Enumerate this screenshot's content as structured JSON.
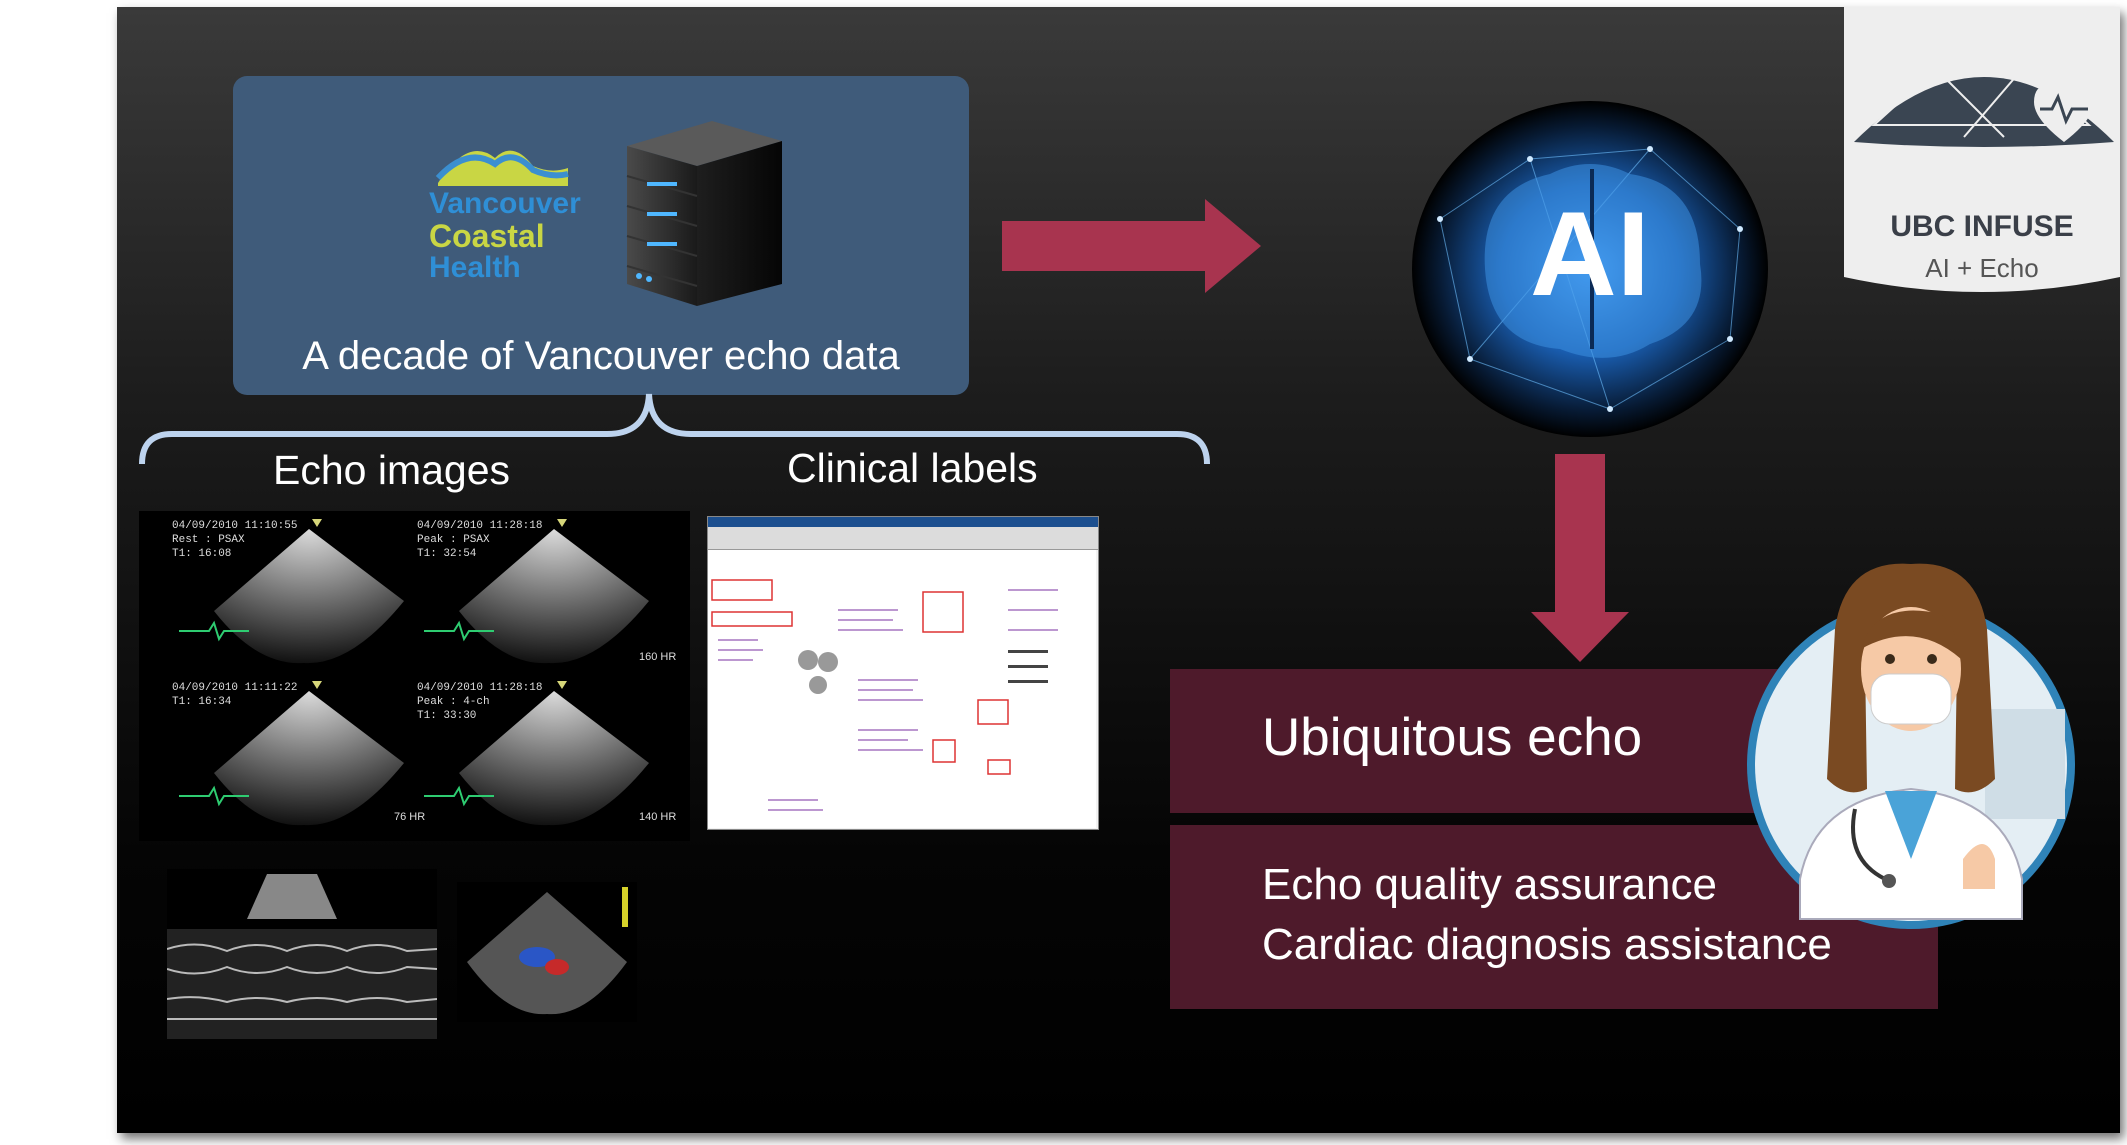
{
  "data_card": {
    "caption": "A decade of Vancouver echo data",
    "logo_line1": "Vancouver",
    "logo_line2": "Coastal",
    "logo_line3": "Health"
  },
  "brace": {
    "left_label": "Echo images",
    "right_label": "Clinical labels"
  },
  "echo_panels": [
    {
      "stamp": "04/09/2010 11:10:55",
      "mode": "Rest : PSAX",
      "t1": "T1: 16:08",
      "hr": ""
    },
    {
      "stamp": "04/09/2010 11:28:18",
      "mode": "Peak : PSAX",
      "t1": "T1: 32:54",
      "hr": "160 HR"
    },
    {
      "stamp": "04/09/2010 11:11:22",
      "mode": "",
      "t1": "T1: 16:34",
      "hr": "76 HR"
    },
    {
      "stamp": "04/09/2010 11:28:18",
      "mode": "Peak : 4-ch",
      "t1": "T1: 33:30",
      "hr": "140 HR"
    }
  ],
  "ai": {
    "label": "AI"
  },
  "outcomes": {
    "title": "Ubiquitous echo",
    "items": [
      "Echo quality assurance",
      "Cardiac diagnosis assistance"
    ]
  },
  "logo": {
    "title": "UBC INFUSE",
    "subtitle": "AI + Echo"
  },
  "colors": {
    "arrow": "#a8344f",
    "card": "#3f5b7a",
    "maroon": "#4e1a2b"
  }
}
